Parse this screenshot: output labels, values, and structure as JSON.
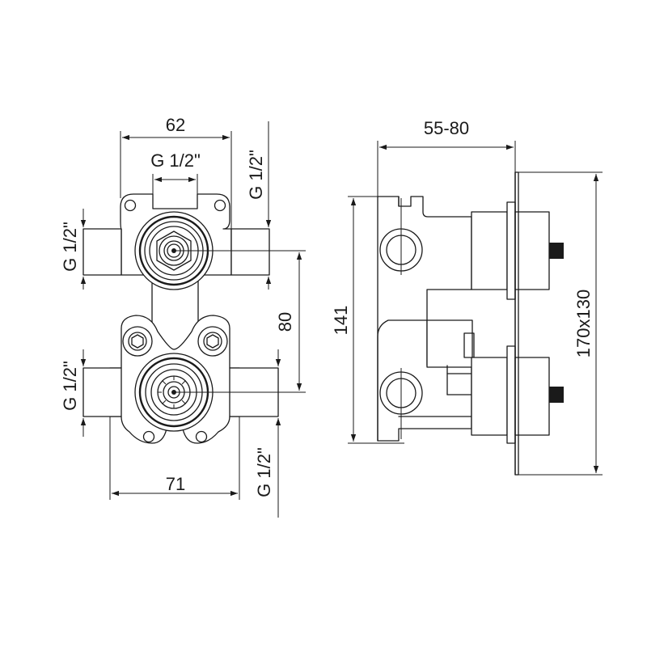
{
  "drawing": {
    "dimensions": {
      "width_top": "62",
      "port_top": "G 1/2\"",
      "port_top_right": "G 1/2\"",
      "port_left_upper": "G 1/2\"",
      "port_left_lower": "G 1/2\"",
      "port_bottom_right": "G 1/2\"",
      "width_bottom": "71",
      "center_distance": "80",
      "depth": "55-80",
      "body_height": "141",
      "plate_size": "170x130"
    }
  }
}
